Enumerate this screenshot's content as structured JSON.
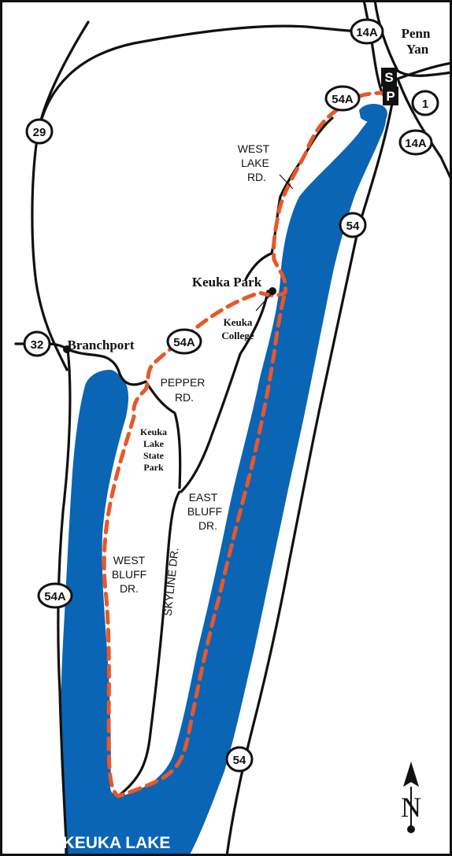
{
  "colors": {
    "lake": "#0a65b5",
    "route": "#e8572a",
    "road": "#111111",
    "background": "#ffffff",
    "shield_fill": "#ffffff",
    "label_bg": "#0a65b5"
  },
  "places": {
    "penn_yan_line1": "Penn",
    "penn_yan_line2": "Yan",
    "keuka_park": "Keuka Park",
    "branchport": "Branchport",
    "keuka_college_line1": "Keuka",
    "keuka_college_line2": "College",
    "state_park_line1": "Keuka",
    "state_park_line2": "Lake",
    "state_park_line3": "State",
    "state_park_line4": "Park",
    "lake_name": "KEUKA LAKE"
  },
  "roads": {
    "west_lake_rd": [
      "WEST",
      "LAKE",
      "RD."
    ],
    "pepper_rd": [
      "PEPPER",
      "RD."
    ],
    "east_bluff_dr": [
      "EAST",
      "BLUFF",
      "DR."
    ],
    "west_bluff_dr": [
      "WEST",
      "BLUFF",
      "DR."
    ],
    "skyline_dr": "SKYLINE DR."
  },
  "shields": {
    "r14a_top": "14A",
    "r54a_top": "54A",
    "r1": "1",
    "r14a_right": "14A",
    "r29": "29",
    "r54_upper": "54",
    "r54a_mid": "54A",
    "r32": "32",
    "r54a_lower": "54A",
    "r54_lower": "54"
  },
  "start_marker": {
    "s": "S",
    "p": "P"
  },
  "compass": {
    "north": "N"
  }
}
